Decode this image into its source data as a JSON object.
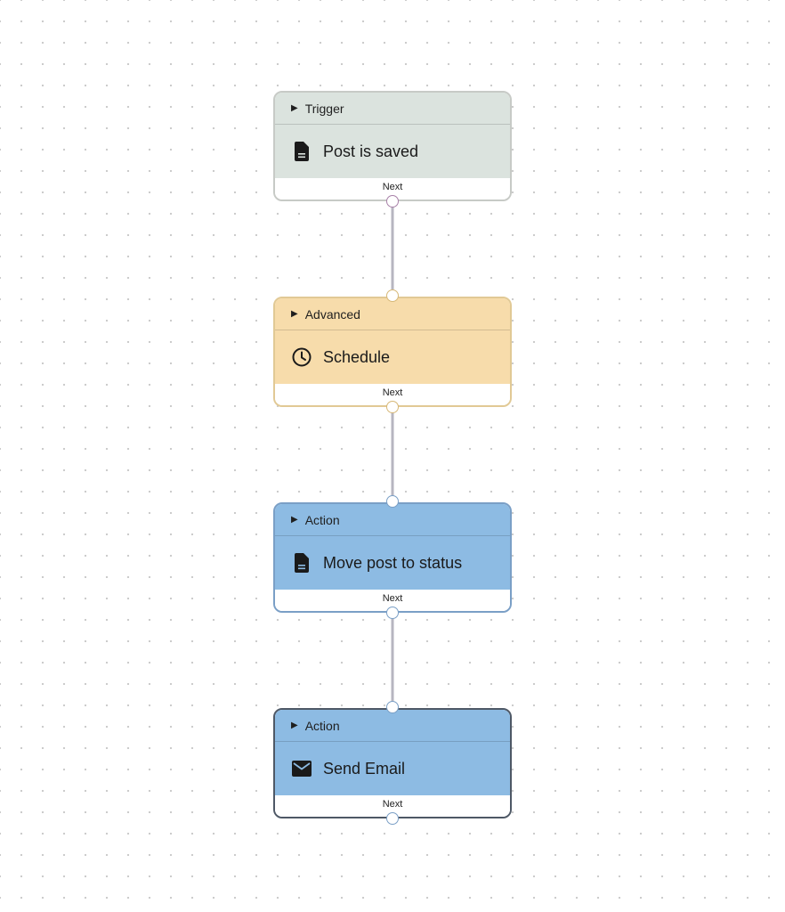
{
  "nodes": [
    {
      "category": "Trigger",
      "title": "Post is saved",
      "footer": "Next",
      "icon": "document-icon",
      "accent": "#dbe3de"
    },
    {
      "category": "Advanced",
      "title": "Schedule",
      "footer": "Next",
      "icon": "clock-icon",
      "accent": "#f7dcab"
    },
    {
      "category": "Action",
      "title": "Move post to status",
      "footer": "Next",
      "icon": "document-icon",
      "accent": "#8dbbe3"
    },
    {
      "category": "Action",
      "title": "Send Email",
      "footer": "Next",
      "icon": "envelope-icon",
      "accent": "#8dbbe3"
    }
  ],
  "colors": {
    "edge": "#b7b6c0",
    "trigger_handle": "#a880a8",
    "advanced_handle": "#d7b877",
    "action_handle": "#7a9fc6"
  }
}
